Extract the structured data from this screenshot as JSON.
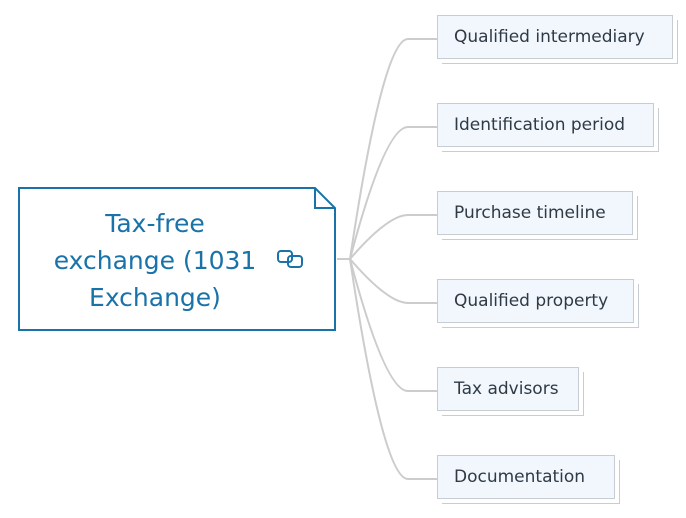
{
  "root": {
    "label_lines": [
      "Tax-free",
      "exchange (1031",
      "Exchange)"
    ],
    "icon": "link-icon"
  },
  "children": [
    {
      "label": "Qualified intermediary"
    },
    {
      "label": "Identification period"
    },
    {
      "label": "Purchase timeline"
    },
    {
      "label": "Qualified property"
    },
    {
      "label": "Tax advisors"
    },
    {
      "label": "Documentation"
    }
  ],
  "colors": {
    "root_border": "#1a73a8",
    "root_text": "#1a73a8",
    "child_fill": "#f2f7fd",
    "child_border": "#c8cdd3",
    "connector": "#cccccc"
  }
}
